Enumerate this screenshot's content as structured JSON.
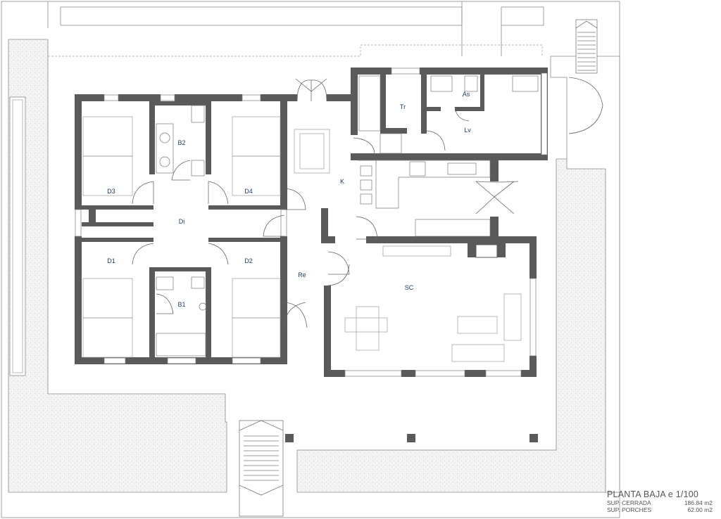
{
  "rooms": {
    "d3": "D3",
    "b2": "B2",
    "d4": "D4",
    "di": "Di",
    "d1": "D1",
    "b1": "B1",
    "d2": "D2",
    "re": "Re",
    "k": "K",
    "tr": "Tr",
    "as": "As",
    "lv": "Lv",
    "sc": "SC"
  },
  "title": {
    "heading": "PLANTA BAJA e 1/100",
    "closed_area_label": "SUP. CERRADA",
    "closed_area_value": "186.84 m2",
    "porch_area_label": "SUP. PORCHES",
    "porch_area_value": "62.00 m2"
  },
  "colors": {
    "wall": "#5a5a5a",
    "line": "#7a7a7a",
    "hatch": "#efefef",
    "label": "#1c3d6e"
  }
}
